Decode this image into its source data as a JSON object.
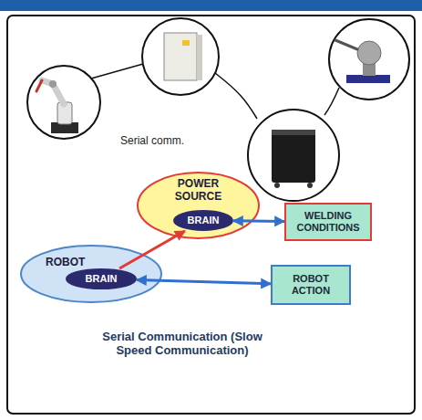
{
  "diagram": {
    "caption": "Serial Communication (Slow Speed Communication)",
    "nodes": [
      {
        "text": [
          "POWER SOURCE"
        ]
      },
      {
        "text": [
          "BRAIN"
        ],
        "in": 0
      },
      {
        "text": [
          "WELDING CONDITIONS"
        ]
      },
      {
        "text": [
          "ROBOT"
        ]
      },
      {
        "text": [
          "BRAIN"
        ],
        "in": 3
      },
      {
        "text": [
          "ROBOT ACTION"
        ]
      }
    ],
    "edges": [
      {
        "from": 1,
        "to": 2,
        "arrow": "both"
      },
      {
        "from": 4,
        "to": 1,
        "arrow": "to"
      },
      {
        "from": 4,
        "to": 5,
        "arrow": "both"
      }
    ],
    "labels": [
      "Serial comm."
    ]
  }
}
